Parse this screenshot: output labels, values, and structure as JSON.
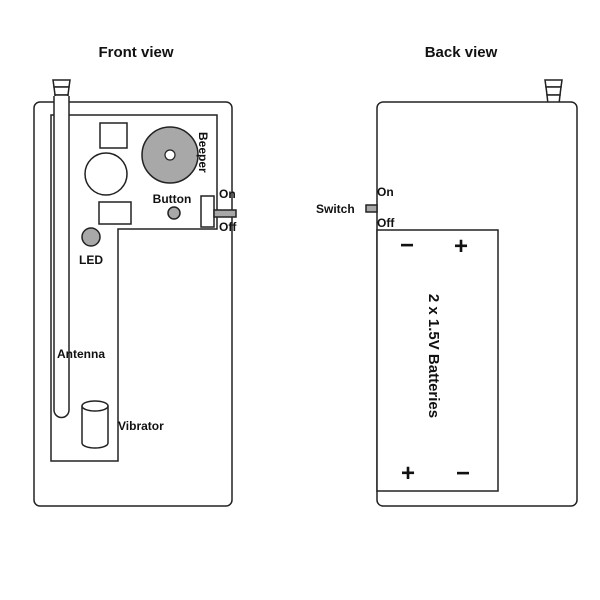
{
  "front": {
    "title": "Front view",
    "labels": {
      "beeper": "Beeper",
      "button": "Button",
      "on": "On",
      "off": "Off",
      "led": "LED",
      "antenna": "Antenna",
      "vibrator": "Vibrator"
    }
  },
  "back": {
    "title": "Back view",
    "labels": {
      "switch": "Switch",
      "on": "On",
      "off": "Off",
      "batteries": "2 x 1.5V Batteries",
      "minus": "−",
      "plus": "+"
    }
  },
  "colors": {
    "outline": "#222222",
    "component_fill": "#a8a8a8",
    "background": "#ffffff"
  }
}
